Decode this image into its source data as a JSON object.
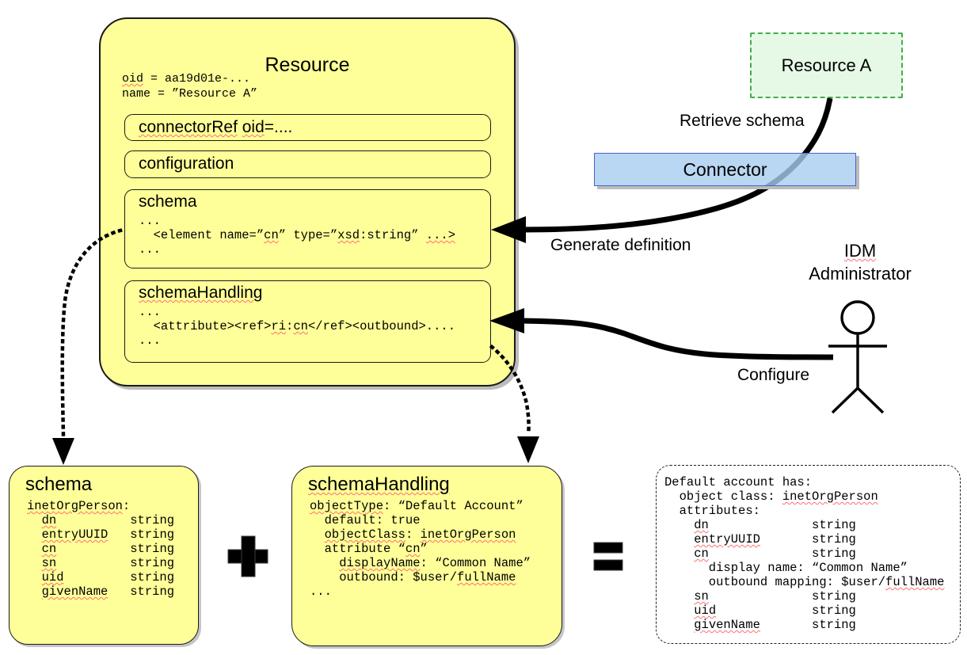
{
  "colors": {
    "box_yellow": "#ffff99",
    "resource_a_fill": "#e6f8e6",
    "resource_a_border": "#3fae49",
    "connector_fill": "#a8ccf0",
    "connector_border": "#4a63c8",
    "squiggle_red": "#ff6f6f",
    "line_black": "#000000"
  },
  "resource": {
    "title": "Resource",
    "meta_lines": [
      [
        {
          "t": "oid",
          "sp": true
        },
        {
          "t": " = aa19d01e-..."
        }
      ],
      [
        {
          "t": "name = ”Resource A”"
        }
      ]
    ],
    "connector_ref": {
      "title_segments": [
        [
          {
            "t": "connectorRef",
            "sp": true
          },
          {
            "t": " "
          },
          {
            "t": "oid",
            "sp": true
          },
          {
            "t": "=...."
          }
        ]
      ]
    },
    "configuration": {
      "title": "configuration"
    },
    "schema": {
      "title": "schema",
      "code_lines": [
        [
          {
            "t": "..."
          }
        ],
        [
          {
            "t": "  <element name=”"
          },
          {
            "t": "cn",
            "sp": true
          },
          {
            "t": "” type=”"
          },
          {
            "t": "xsd",
            "sp": true
          },
          {
            "t": ":string” "
          },
          {
            "t": "...>",
            "sp": true
          }
        ],
        [
          {
            "t": "..."
          }
        ]
      ]
    },
    "schema_handling": {
      "title": "schemaHandling",
      "code_lines": [
        [
          {
            "t": "..."
          }
        ],
        [
          {
            "t": "  <attribute><ref>"
          },
          {
            "t": "ri",
            "sp": true
          },
          {
            "t": ":"
          },
          {
            "t": "cn",
            "sp": true
          },
          {
            "t": "</ref><outbound>...."
          }
        ],
        [
          {
            "t": "..."
          }
        ]
      ]
    }
  },
  "external": {
    "resource_a_label": "Resource A",
    "connector_label": "Connector",
    "retrieve_schema_label": "Retrieve schema",
    "generate_definition_label": "Generate definition",
    "configure_label": "Configure",
    "admin_lines": [
      [
        {
          "t": "IDM",
          "sp": true
        }
      ],
      [
        {
          "t": "Administrator"
        }
      ]
    ]
  },
  "bottom": {
    "plus_symbol": "+",
    "equals_symbol": "=",
    "schema_box": {
      "title": "schema",
      "lines": [
        [
          {
            "t": "inetOrgPerson",
            "sp": true
          },
          {
            "t": ":"
          }
        ],
        [
          {
            "t": "  "
          },
          {
            "t": "dn",
            "sp": true
          },
          {
            "t": "          string"
          }
        ],
        [
          {
            "t": "  "
          },
          {
            "t": "entryUUID",
            "sp": true
          },
          {
            "t": "   string"
          }
        ],
        [
          {
            "t": "  "
          },
          {
            "t": "cn",
            "sp": true
          },
          {
            "t": "          string"
          }
        ],
        [
          {
            "t": "  "
          },
          {
            "t": "sn",
            "sp": true
          },
          {
            "t": "          string"
          }
        ],
        [
          {
            "t": "  "
          },
          {
            "t": "uid",
            "sp": true
          },
          {
            "t": "         string"
          }
        ],
        [
          {
            "t": "  "
          },
          {
            "t": "givenName",
            "sp": true
          },
          {
            "t": "   string"
          }
        ]
      ]
    },
    "schema_handling_box": {
      "title": "schemaHandling",
      "lines": [
        [
          {
            "t": "objectType",
            "sp": true
          },
          {
            "t": ": “Default Account”"
          }
        ],
        [
          {
            "t": "  default: true"
          }
        ],
        [
          {
            "t": "  "
          },
          {
            "t": "objectClass",
            "sp": true
          },
          {
            "t": ": "
          },
          {
            "t": "inetOrgPerson",
            "sp": true
          }
        ],
        [
          {
            "t": "  attribute “"
          },
          {
            "t": "cn",
            "sp": true
          },
          {
            "t": "”"
          }
        ],
        [
          {
            "t": "    "
          },
          {
            "t": "displayName",
            "sp": true
          },
          {
            "t": ": “Common Name”"
          }
        ],
        [
          {
            "t": "    outbound: $user/"
          },
          {
            "t": "fullName",
            "sp": true
          }
        ],
        [
          {
            "t": "..."
          }
        ]
      ]
    },
    "result_box": {
      "lines": [
        [
          {
            "t": "Default account has:"
          }
        ],
        [
          {
            "t": "  object class: "
          },
          {
            "t": "inetOrgPerson",
            "sp": true
          }
        ],
        [
          {
            "t": "  attributes:"
          }
        ],
        [
          {
            "t": "    "
          },
          {
            "t": "dn",
            "sp": true
          },
          {
            "t": "              string"
          }
        ],
        [
          {
            "t": "    "
          },
          {
            "t": "entryUUID",
            "sp": true
          },
          {
            "t": "       string"
          }
        ],
        [
          {
            "t": "    "
          },
          {
            "t": "cn",
            "sp": true
          },
          {
            "t": "              string"
          }
        ],
        [
          {
            "t": "      display name: “Common Name”"
          }
        ],
        [
          {
            "t": "      outbound mapping: $user/"
          },
          {
            "t": "fullName",
            "sp": true
          }
        ],
        [
          {
            "t": "    "
          },
          {
            "t": "sn",
            "sp": true
          },
          {
            "t": "              string"
          }
        ],
        [
          {
            "t": "    "
          },
          {
            "t": "uid",
            "sp": true
          },
          {
            "t": "             string"
          }
        ],
        [
          {
            "t": "    "
          },
          {
            "t": "givenName",
            "sp": true
          },
          {
            "t": "       string"
          }
        ]
      ]
    }
  }
}
